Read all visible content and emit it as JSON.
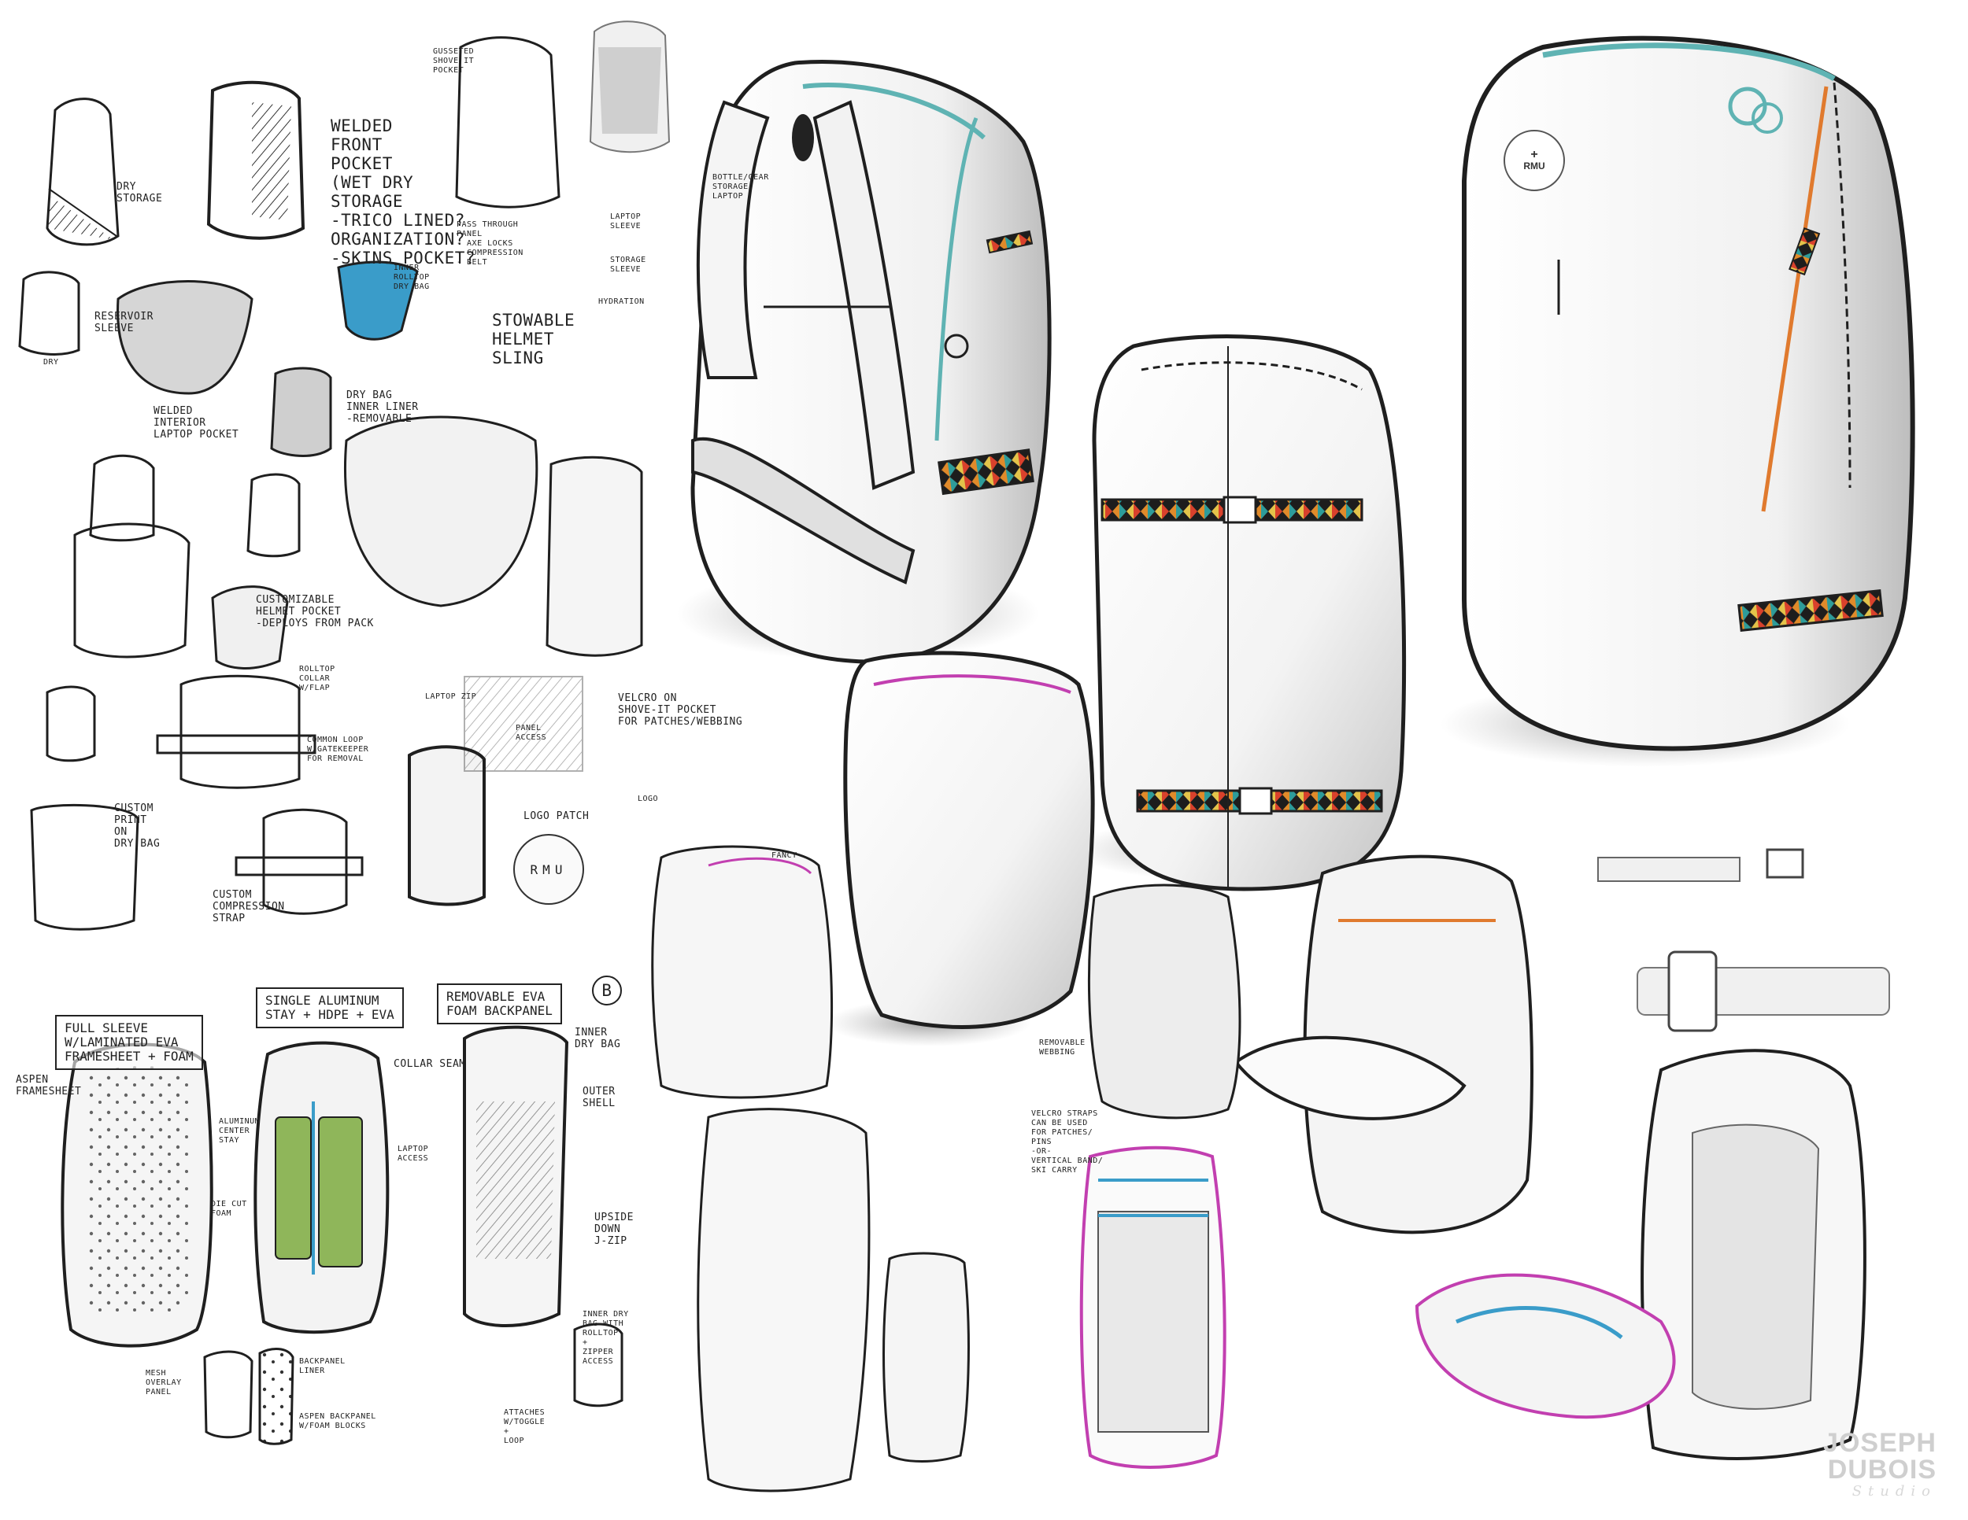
{
  "notes": {
    "welded_front_pocket": "WELDED\nFRONT\nPOCKET\n(WET DRY\nSTORAGE\n-TRICO LINED?\nORGANIZATION?\n-SKINS POCKET?",
    "dry_storage": "DRY\nSTORAGE",
    "reservoir_sleeve": "RESERVOIR\nSLEEVE",
    "dry_small": "DRY",
    "welded_interior": "WELDED\nINTERIOR\nLAPTOP POCKET",
    "inner_rolltop": "INNER\nROLLTOP\nDRY BAG",
    "dry_bag_liner": "DRY BAG\nINNER LINER\n-REMOVABLE",
    "stowable_helmet": "STOWABLE\nHELMET\nSLING",
    "pass_through": "PASS THROUGH\nPANEL\n- AXE LOCKS\n- COMPRESSION\n- BELT",
    "gusseted": "GUSSETED\nSHOVE IT\nPOCKET",
    "laptop_sleeve": "LAPTOP\nSLEEVE",
    "storage_sleeve": "STORAGE\nSLEEVE",
    "hydration": "HYDRATION",
    "bottle_storage": "BOTTLE/GEAR\nSTORAGE\nLAPTOP",
    "customizable_helmet": "CUSTOMIZABLE\nHELMET POCKET\n-DEPLOYS FROM PACK",
    "rolltop_collar": "ROLLTOP\nCOLLAR\nW/FLAP",
    "common_loop": "COMMON LOOP\nW/GATEKEEPER\nFOR REMOVAL",
    "custom_print": "CUSTOM\nPRINT\nON\nDRY BAG",
    "custom_compression": "CUSTOM\nCOMPRESSION\nSTRAP",
    "laptop_zip": "LAPTOP ZIP",
    "panel_access": "PANEL\nACCESS",
    "velcro_shove": "VELCRO ON\nSHOVE-IT POCKET\nFOR PATCHES/WEBBING",
    "logo_patch": "LOGO PATCH",
    "logo_small": "LOGO",
    "full_sleeve": "FULL SLEEVE\nW/LAMINATED EVA\nFRAMESHEET + FOAM",
    "single_aluminum": "SINGLE ALUMINUM\nSTAY + HDPE + EVA",
    "removable_eva": "REMOVABLE EVA\nFOAM BACKPANEL",
    "inner_dry_bag": "INNER\nDRY BAG",
    "aspen_framesheet": "ASPEN\nFRAMESHEET",
    "collar_seam": "COLLAR SEAM",
    "outer_shell": "OUTER\nSHELL",
    "aluminum_center": "ALUMINUM\nCENTER\nSTAY",
    "laptop_access": "LAPTOP\nACCESS",
    "die_cut": "DIE CUT\nFOAM",
    "upside_down": "UPSIDE\nDOWN\nJ-ZIP",
    "inner_dry_rolltop": "INNER DRY\nBAG WITH\nROLLTOP\n+\nZIPPER\nACCESS",
    "attaches_toggle": "ATTACHES\nW/TOGGLE\n+\nLOOP",
    "mesh_overlay": "MESH\nOVERLAY\nPANEL",
    "backpanel_liner": "BACKPANEL\nLINER",
    "aspen_backpanel": "ASPEN BACKPANEL\nW/FOAM BLOCKS",
    "velcro_side": "VELCRO STRAPS\nCAN BE USED\nFOR PATCHES/\nPINS\n-OR-\nVERTICAL BAND/\nSKI CARRY",
    "removable_webbing": "REMOVABLE\nWEBBING",
    "fancy": "FANCY"
  },
  "patch_text": "RMU",
  "badge_text": "RMU",
  "badge_step": "B",
  "watermark": {
    "line1": "JOSEPH",
    "line2": "DUBOIS",
    "line3": "Studio"
  },
  "colors": {
    "ink": "#1f1f1f",
    "accent_teal": "#5fb3b3",
    "accent_blue": "#3a9cc9",
    "accent_green": "#7fa34a",
    "accent_magenta": "#c23fb0",
    "accent_orange": "#e07a2e",
    "shadow": "#bdbdbd"
  }
}
